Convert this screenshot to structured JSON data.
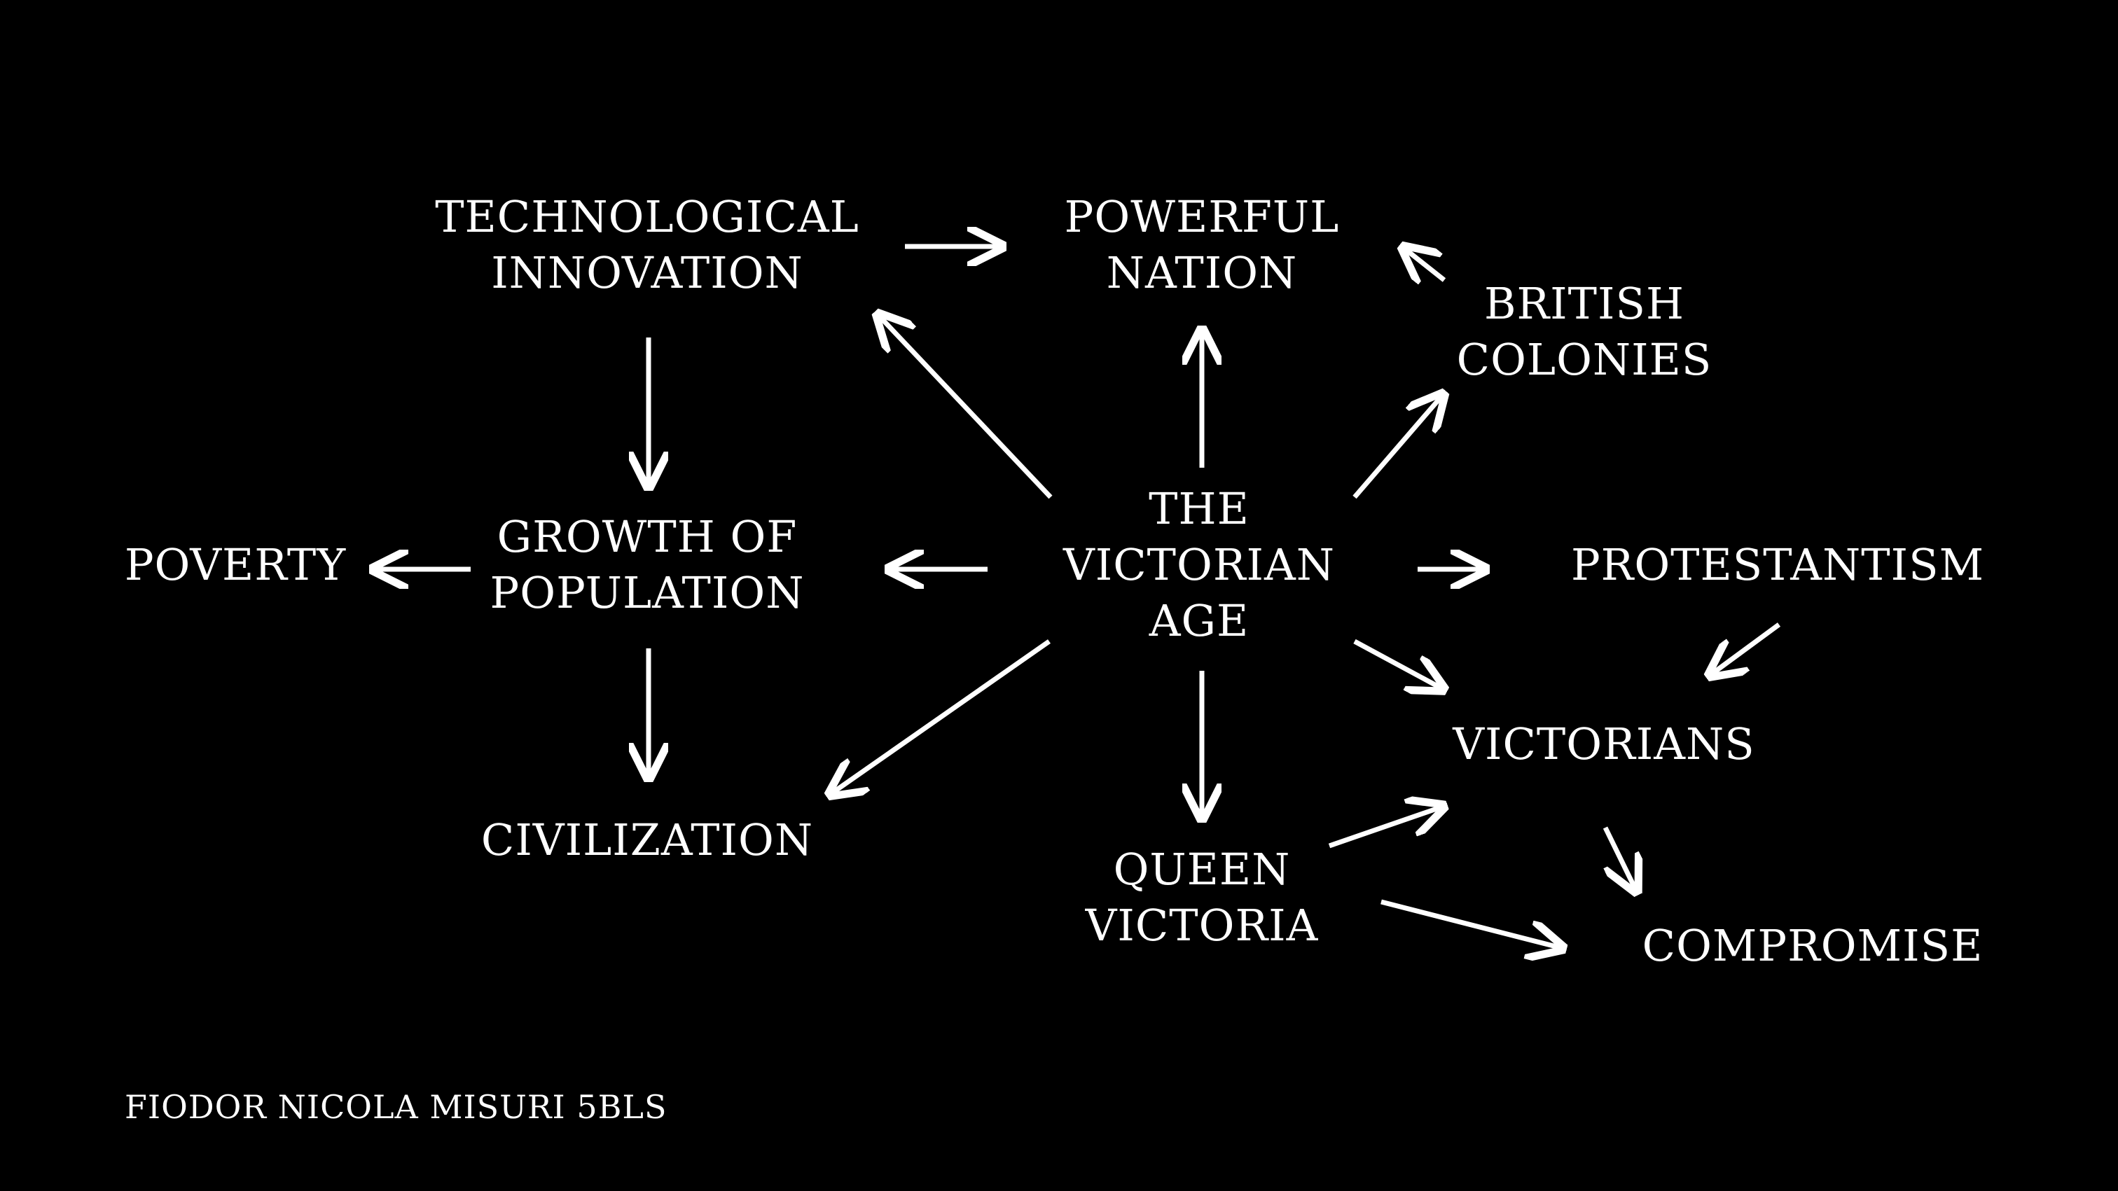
{
  "colors": {
    "background": "#000000",
    "foreground": "#ffffff"
  },
  "nodes": {
    "technological_innovation": [
      "Technological",
      "Innovation"
    ],
    "powerful_nation": [
      "Powerful",
      "Nation"
    ],
    "british_colonies": [
      "British",
      "Colonies"
    ],
    "growth_of_population": [
      "Growth of",
      "Population"
    ],
    "poverty": [
      "Poverty"
    ],
    "the_victorian_age": [
      "The",
      "Victorian",
      "Age"
    ],
    "protestantism": [
      "Protestantism"
    ],
    "civilization": [
      "Civilization"
    ],
    "victorians": [
      "Victorians"
    ],
    "queen_victoria": [
      "Queen",
      "Victoria"
    ],
    "compromise": [
      "Compromise"
    ]
  },
  "edges": [
    {
      "from": "technological_innovation",
      "to": "powerful_nation"
    },
    {
      "from": "technological_innovation",
      "to": "growth_of_population"
    },
    {
      "from": "the_victorian_age",
      "to": "technological_innovation"
    },
    {
      "from": "the_victorian_age",
      "to": "powerful_nation"
    },
    {
      "from": "british_colonies",
      "to": "powerful_nation"
    },
    {
      "from": "the_victorian_age",
      "to": "british_colonies"
    },
    {
      "from": "growth_of_population",
      "to": "poverty"
    },
    {
      "from": "the_victorian_age",
      "to": "growth_of_population"
    },
    {
      "from": "the_victorian_age",
      "to": "protestantism"
    },
    {
      "from": "growth_of_population",
      "to": "civilization"
    },
    {
      "from": "the_victorian_age",
      "to": "civilization"
    },
    {
      "from": "the_victorian_age",
      "to": "victorians"
    },
    {
      "from": "protestantism",
      "to": "victorians"
    },
    {
      "from": "the_victorian_age",
      "to": "queen_victoria"
    },
    {
      "from": "queen_victoria",
      "to": "victorians"
    },
    {
      "from": "victorians",
      "to": "compromise"
    },
    {
      "from": "queen_victoria",
      "to": "compromise"
    }
  ],
  "author": "Fiodor Nicola Misuri 5BLS"
}
